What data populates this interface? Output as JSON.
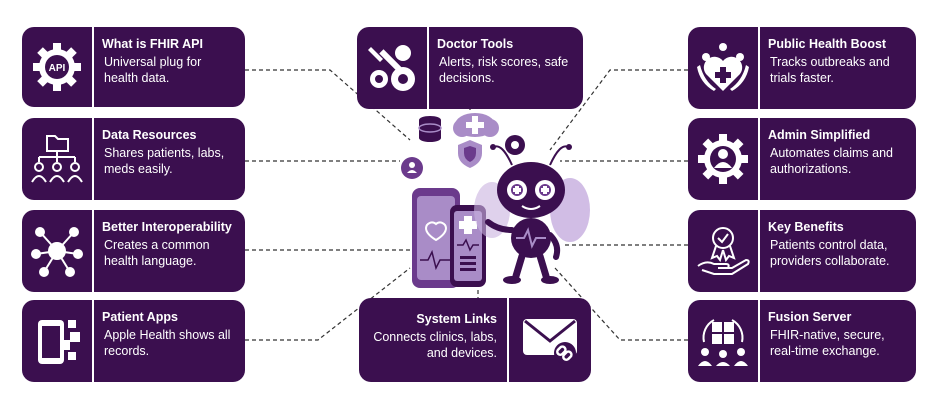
{
  "colors": {
    "card_bg": "#3b0f4f",
    "accent_light": "#a98cc7",
    "accent_mid": "#6b3a8c",
    "text": "#ffffff"
  },
  "cards": {
    "fhir_api": {
      "title": "What is FHIR API",
      "desc": "Universal plug for health data.",
      "icon": "api-gear-icon"
    },
    "data_resources": {
      "title": "Data Resources",
      "desc": "Shares patients, labs, meds easily.",
      "icon": "folder-people-icon"
    },
    "interoperability": {
      "title": "Better Interoperability",
      "desc": "Creates a common health language.",
      "icon": "network-hub-icon"
    },
    "patient_apps": {
      "title": "Patient Apps",
      "desc": "Apple Health shows all records.",
      "icon": "mobile-apps-icon"
    },
    "doctor_tools": {
      "title": "Doctor Tools",
      "desc": "Alerts, risk scores, safe decisions.",
      "icon": "wrench-gear-icon"
    },
    "system_links": {
      "title": "System Links",
      "desc": "Connects clinics, labs, and devices.",
      "icon": "envelope-link-icon"
    },
    "public_health": {
      "title": "Public Health Boost",
      "desc": "Tracks outbreaks and trials faster.",
      "icon": "health-people-icon"
    },
    "admin": {
      "title": "Admin Simplified",
      "desc": "Automates claims and authorizations.",
      "icon": "gear-user-icon"
    },
    "benefits": {
      "title": "Key Benefits",
      "desc": "Patients control data, providers collaborate.",
      "icon": "award-hand-icon"
    },
    "fusion": {
      "title": "Fusion Server",
      "desc": "FHIR-native, secure, real-time exchange.",
      "icon": "puzzle-people-icon"
    }
  },
  "icon_labels": {
    "api": "API"
  }
}
